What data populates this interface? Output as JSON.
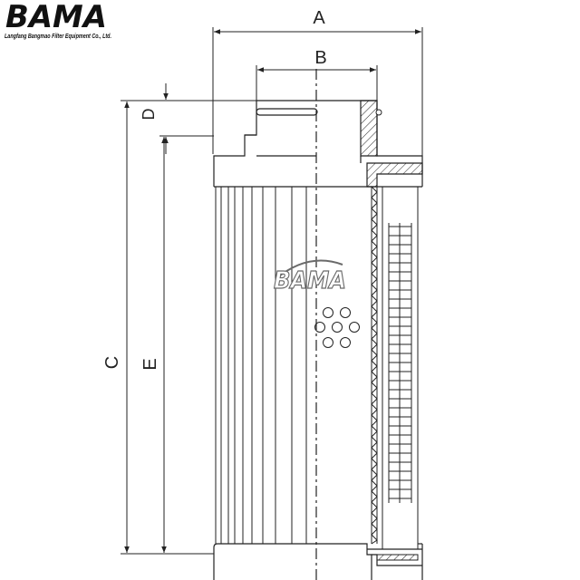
{
  "logo": {
    "brand": "BAMA",
    "company": "Langfang Bangmao Filter Equipment Co., Ltd."
  },
  "watermark": {
    "text": "BAMA"
  },
  "dimensions": {
    "A": "A",
    "B": "B",
    "C": "C",
    "D": "D",
    "E": "E"
  },
  "colors": {
    "line": "#222222",
    "logo": "#111111",
    "watermark": "#6a6a6a"
  }
}
